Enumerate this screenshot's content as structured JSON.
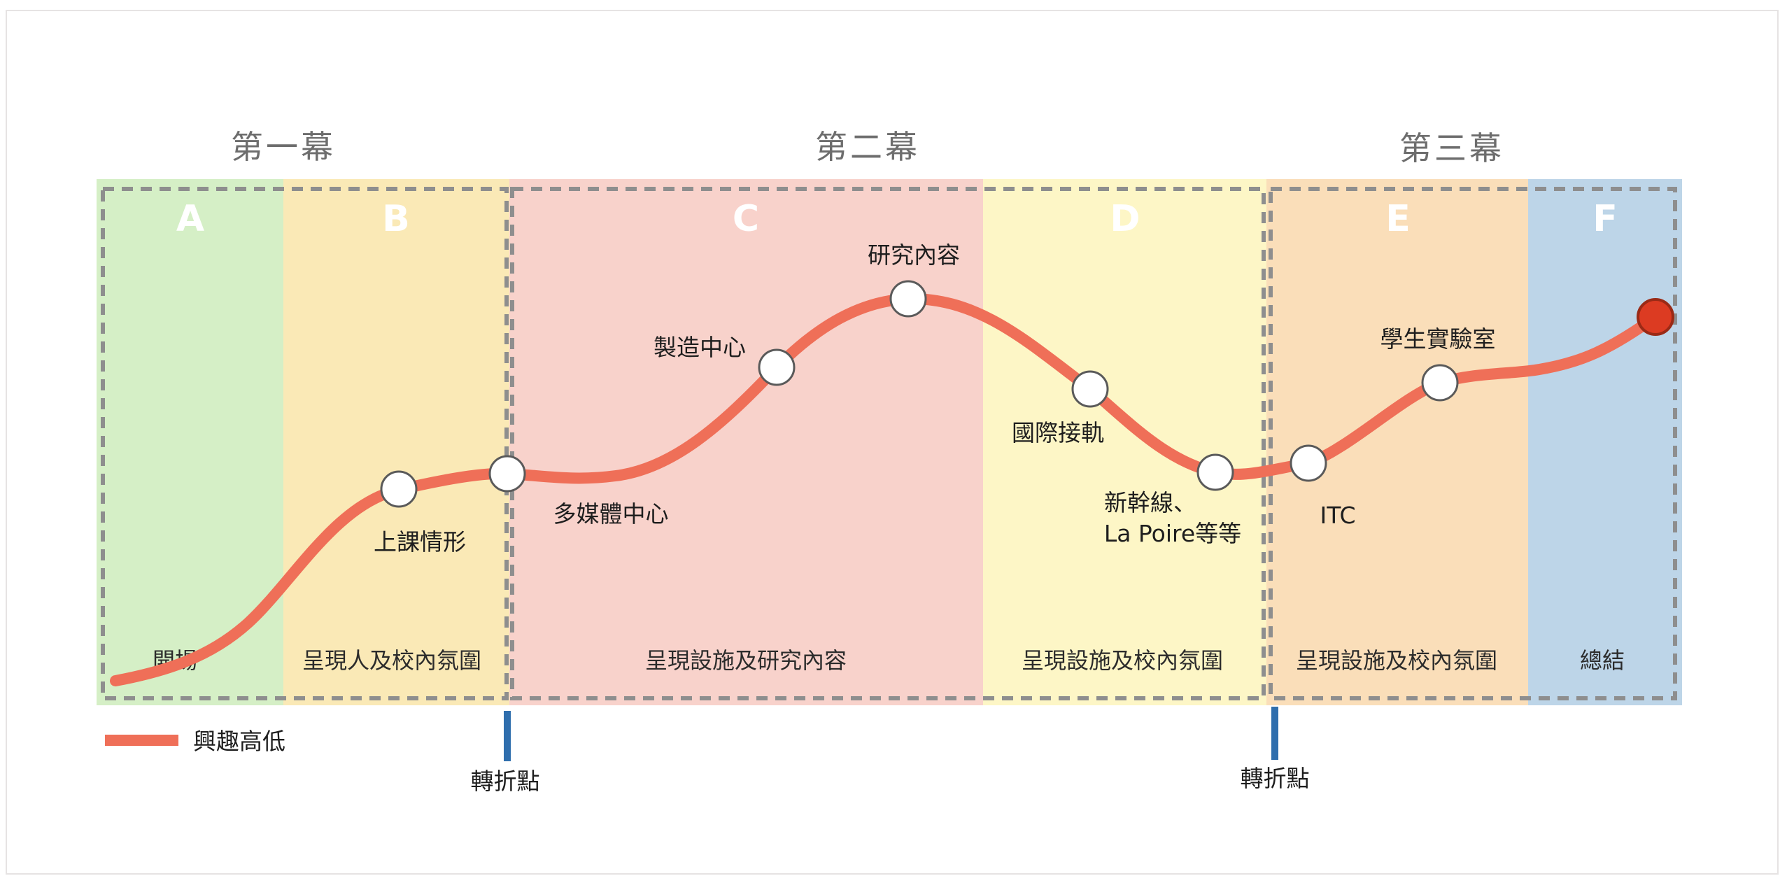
{
  "acts": [
    {
      "label": "第一幕"
    },
    {
      "label": "第二幕"
    },
    {
      "label": "第三幕"
    }
  ],
  "segments": [
    {
      "letter": "A",
      "caption": "開場",
      "color": "#d5efc6"
    },
    {
      "letter": "B",
      "caption": "呈現人及校內氛圍",
      "color": "#fae9b6"
    },
    {
      "letter": "C",
      "caption": "呈現設施及研究內容",
      "color": "#f8d2cb"
    },
    {
      "letter": "D",
      "caption": "呈現設施及校內氛圍",
      "color": "#fdf6c6"
    },
    {
      "letter": "E",
      "caption": "呈現設施及校內氛圍",
      "color": "#fadeb9"
    },
    {
      "letter": "F",
      "caption": "總結",
      "color": "#bdd5e8"
    }
  ],
  "milestones": [
    {
      "label": "上課情形"
    },
    {
      "label": "多媒體中心"
    },
    {
      "label": "製造中心"
    },
    {
      "label": "研究內容"
    },
    {
      "label": "國際接軌"
    },
    {
      "label": "新幹線、",
      "label2": "La Poire等等"
    },
    {
      "label": "ITC"
    },
    {
      "label": "學生實驗室"
    }
  ],
  "turning_points": [
    {
      "label": "轉折點"
    },
    {
      "label": "轉折點"
    }
  ],
  "legend": {
    "label": "興趣高低"
  },
  "colors": {
    "curve": "#ef6f58",
    "end_marker": "#dc3b22",
    "turning_marker": "#2f6ead",
    "dash": "#8e8e8e"
  }
}
